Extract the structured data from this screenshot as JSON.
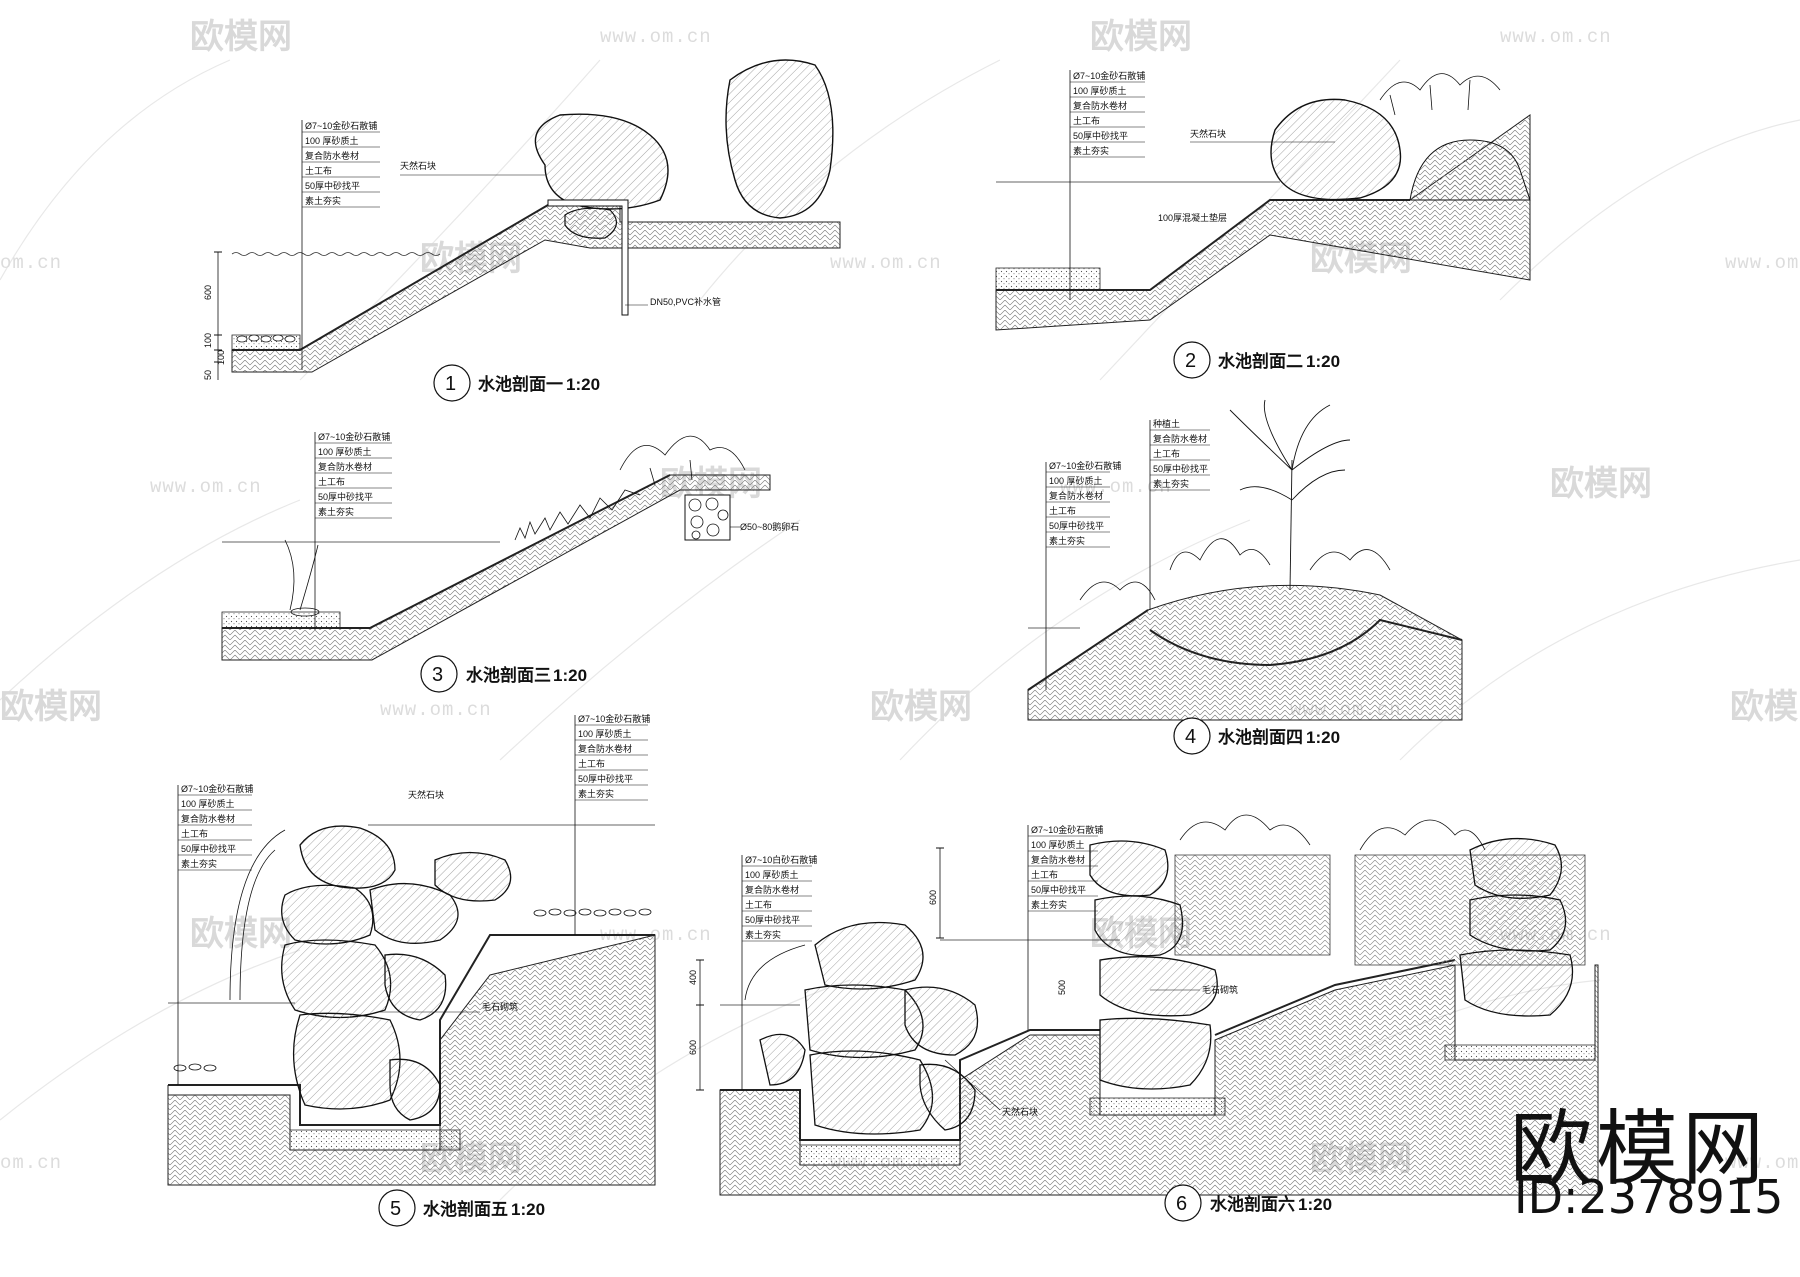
{
  "watermark": {
    "brand": "欧模网",
    "url": "www.om.cn",
    "url_short": "om.cn"
  },
  "brand_block": {
    "name": "欧模网",
    "id": "ID:2378915"
  },
  "layers": {
    "gravel": "Ø7~10金砂石散铺",
    "sandy": "100 厚砂质土",
    "membrane": "复合防水卷材",
    "geo": "土工布",
    "mortar": "50厚中砂找平",
    "soil": "素土夯实"
  },
  "sections": {
    "s1": {
      "num": "1",
      "title": "水池剖面一",
      "scale": "1:20",
      "rock_label": "天然石块",
      "pipe_label": "DN50,PVC补水管",
      "dims": [
        "600",
        "100",
        "50",
        "100"
      ]
    },
    "s2": {
      "num": "2",
      "title": "水池剖面二",
      "scale": "1:20",
      "rock_label": "天然石块",
      "base_label": "100厚混凝土垫层"
    },
    "s3": {
      "num": "3",
      "title": "水池剖面三",
      "scale": "1:20",
      "stone_label": "Ø50~80鹅卵石"
    },
    "s4": {
      "num": "4",
      "title": "水池剖面四",
      "scale": "1:20",
      "layers_top": [
        "种植土",
        "复合防水卷材",
        "土工布",
        "50厚中砂找平",
        "素土夯实"
      ]
    },
    "s5": {
      "num": "5",
      "title": "水池剖面五",
      "scale": "1:20",
      "rock_label": "天然石块",
      "wall_label": "毛石砌筑"
    },
    "s6": {
      "num": "6",
      "title": "水池剖面六",
      "scale": "1:20",
      "gravel_alt": "Ø7~10白砂石散铺",
      "rock_label": "天然石块",
      "wall_label": "毛石砌筑",
      "dims": [
        "600",
        "400",
        "600",
        "500"
      ]
    }
  }
}
